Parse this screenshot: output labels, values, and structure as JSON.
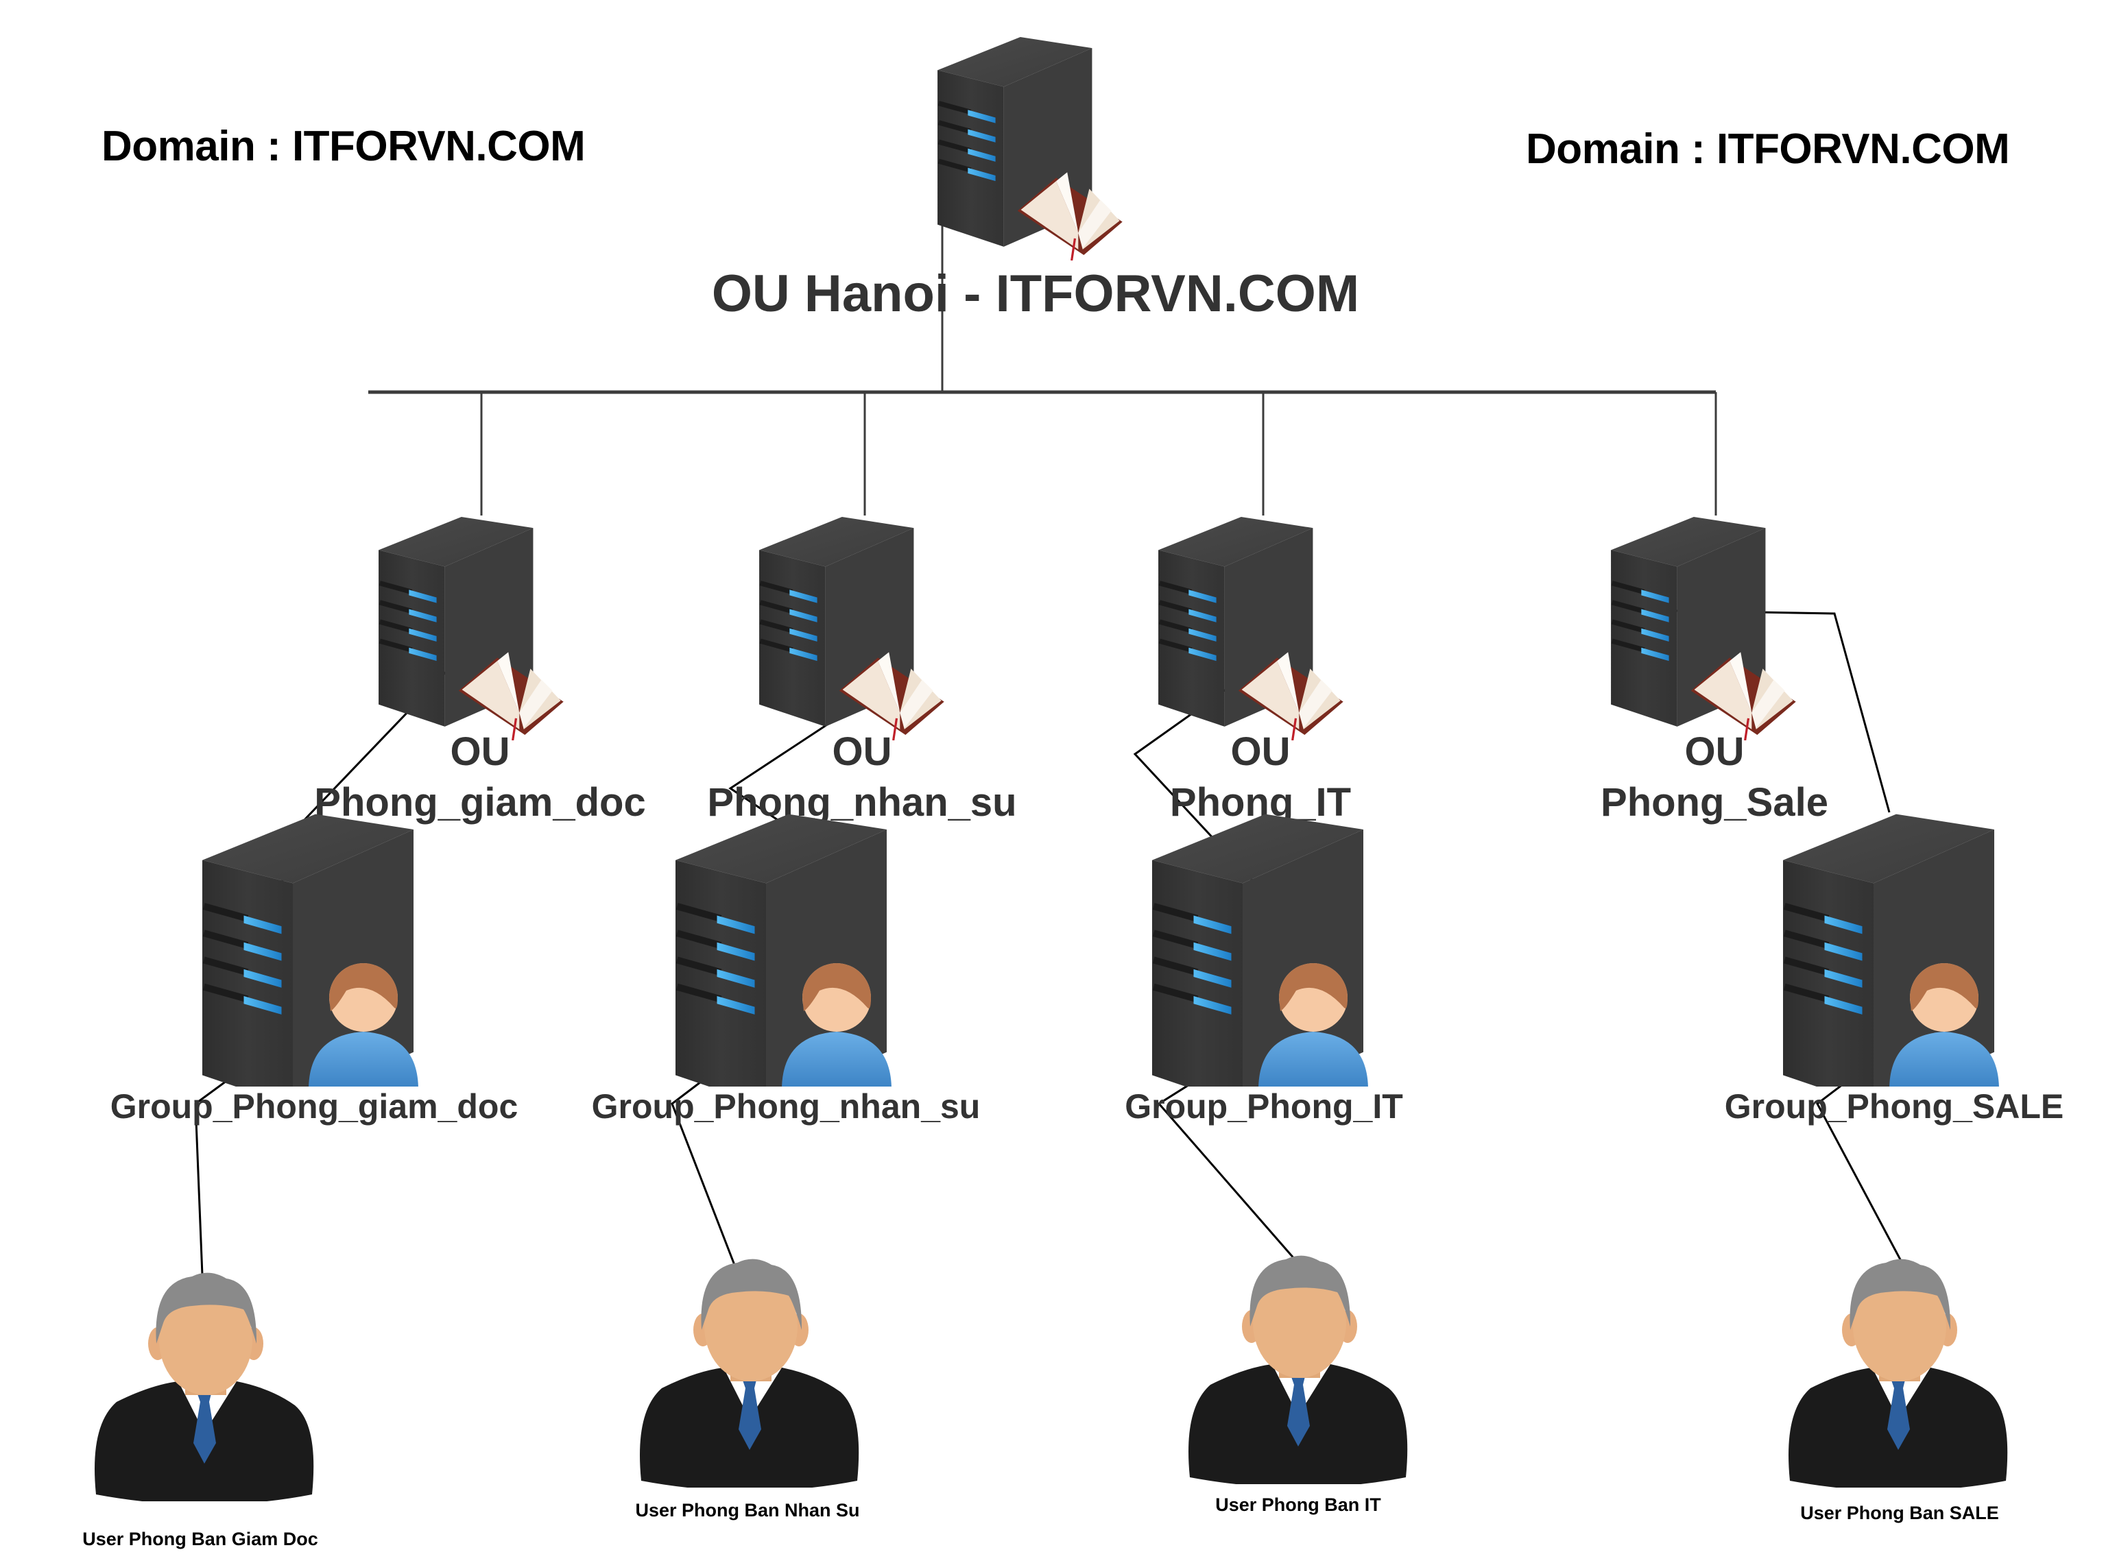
{
  "domain_labels": {
    "left": "Domain : ITFORVN.COM",
    "right": "Domain : ITFORVN.COM"
  },
  "root": {
    "title": "OU Hanoi - ITFORVN.COM",
    "icon": "server-book-icon"
  },
  "ous": [
    {
      "prefix": "OU",
      "name": "Phong_giam_doc",
      "icon": "server-book-icon"
    },
    {
      "prefix": "OU",
      "name": "Phong_nhan_su",
      "icon": "server-book-icon"
    },
    {
      "prefix": "OU",
      "name": "Phong_IT",
      "icon": "server-book-icon"
    },
    {
      "prefix": "OU",
      "name": "Phong_Sale",
      "icon": "server-book-icon"
    }
  ],
  "groups": [
    {
      "name": "Group_Phong_giam_doc",
      "icon": "server-user-icon"
    },
    {
      "name": "Group_Phong_nhan_su",
      "icon": "server-user-icon"
    },
    {
      "name": "Group_Phong_IT",
      "icon": "server-user-icon"
    },
    {
      "name": "Group_Phong_SALE",
      "icon": "server-user-icon"
    }
  ],
  "users": [
    {
      "name": "User Phong Ban Giam Doc",
      "icon": "businessman-icon"
    },
    {
      "name": "User Phong Ban Nhan Su",
      "icon": "businessman-icon"
    },
    {
      "name": "User Phong Ban IT",
      "icon": "businessman-icon"
    },
    {
      "name": "User Phong Ban SALE",
      "icon": "businessman-icon"
    }
  ],
  "colors": {
    "server_body": "#3a3a3a",
    "server_led": "#2f9be0",
    "title_text": "#333333",
    "user_shirt": "#4a90d0",
    "tie": "#2d5f9e"
  }
}
